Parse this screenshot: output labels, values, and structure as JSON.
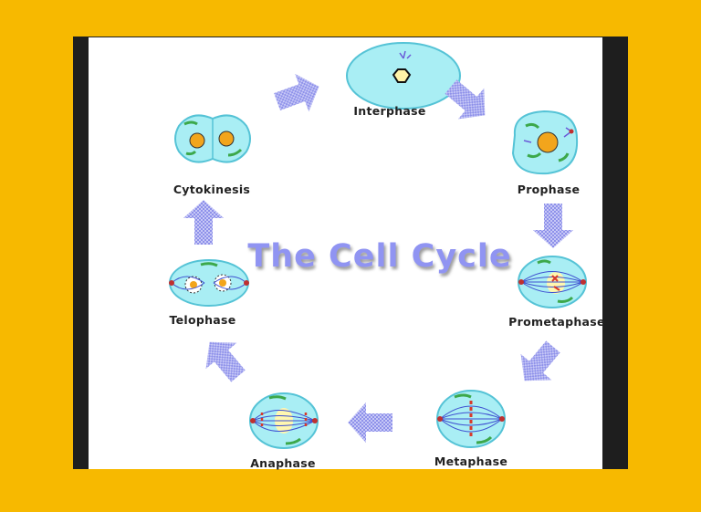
{
  "title": "The Cell Cycle",
  "phases": [
    {
      "label": "Interphase"
    },
    {
      "label": "Prophase"
    },
    {
      "label": "Prometaphase"
    },
    {
      "label": "Metaphase"
    },
    {
      "label": "Anaphase"
    },
    {
      "label": "Telophase"
    },
    {
      "label": "Cytokinesis"
    }
  ],
  "colors": {
    "background": "#f7b900",
    "frame": "#1e1e1e",
    "cell_fill": "#a9eef4",
    "cell_stroke": "#55c3d6",
    "arrow": "#a6a8f0",
    "title": "#9094f2"
  }
}
